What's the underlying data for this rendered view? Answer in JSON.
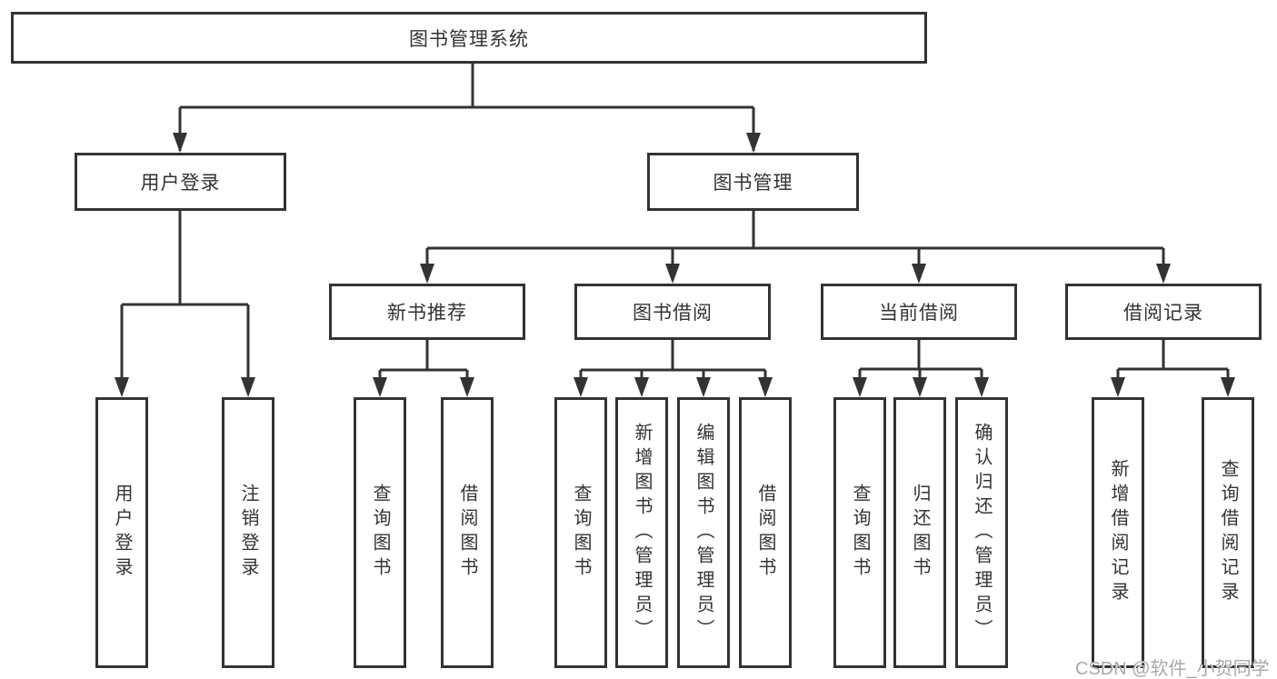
{
  "diagram_title": "图书管理系统",
  "watermark": {
    "text": "CSDN @软件_小贺同学"
  },
  "colors": {
    "line": "#333333",
    "box_border": "#333333",
    "box_fill": "#ffffff",
    "text": "#333333",
    "watermark": "#a9a9a9",
    "background": "#ffffff"
  },
  "nodes": {
    "root": {
      "label": "图书管理系统"
    },
    "user_login": {
      "label": "用户登录"
    },
    "book_management": {
      "label": "图书管理"
    },
    "new_book_recommend": {
      "label": "新书推荐"
    },
    "book_borrowing": {
      "label": "图书借阅"
    },
    "current_borrowing": {
      "label": "当前借阅"
    },
    "borrowing_records": {
      "label": "借阅记录"
    },
    "leaf_user_login": {
      "label": "用户登录"
    },
    "leaf_logout": {
      "label": "注销登录"
    },
    "leaf_nbr_query_books": {
      "label": "查询图书"
    },
    "leaf_nbr_borrow_books": {
      "label": "借阅图书"
    },
    "leaf_bb_query_books": {
      "label": "查询图书"
    },
    "leaf_bb_add_books": {
      "label": "新增图书（管理员）"
    },
    "leaf_bb_edit_books": {
      "label": "编辑图书（管理员）"
    },
    "leaf_bb_borrow_books": {
      "label": "借阅图书"
    },
    "leaf_cb_query_books": {
      "label": "查询图书"
    },
    "leaf_cb_return_books": {
      "label": "归还图书"
    },
    "leaf_cb_confirm_return": {
      "label": "确认归还（管理员）"
    },
    "leaf_br_add_record": {
      "label": "新增借阅记录"
    },
    "leaf_br_query_record": {
      "label": "查询借阅记录"
    }
  },
  "edges": [
    [
      "root",
      "user_login"
    ],
    [
      "root",
      "book_management"
    ],
    [
      "user_login",
      "leaf_user_login"
    ],
    [
      "user_login",
      "leaf_logout"
    ],
    [
      "book_management",
      "new_book_recommend"
    ],
    [
      "book_management",
      "book_borrowing"
    ],
    [
      "book_management",
      "current_borrowing"
    ],
    [
      "book_management",
      "borrowing_records"
    ],
    [
      "new_book_recommend",
      "leaf_nbr_query_books"
    ],
    [
      "new_book_recommend",
      "leaf_nbr_borrow_books"
    ],
    [
      "book_borrowing",
      "leaf_bb_query_books"
    ],
    [
      "book_borrowing",
      "leaf_bb_add_books"
    ],
    [
      "book_borrowing",
      "leaf_bb_edit_books"
    ],
    [
      "book_borrowing",
      "leaf_bb_borrow_books"
    ],
    [
      "current_borrowing",
      "leaf_cb_query_books"
    ],
    [
      "current_borrowing",
      "leaf_cb_return_books"
    ],
    [
      "current_borrowing",
      "leaf_cb_confirm_return"
    ],
    [
      "borrowing_records",
      "leaf_br_add_record"
    ],
    [
      "borrowing_records",
      "leaf_br_query_record"
    ]
  ]
}
